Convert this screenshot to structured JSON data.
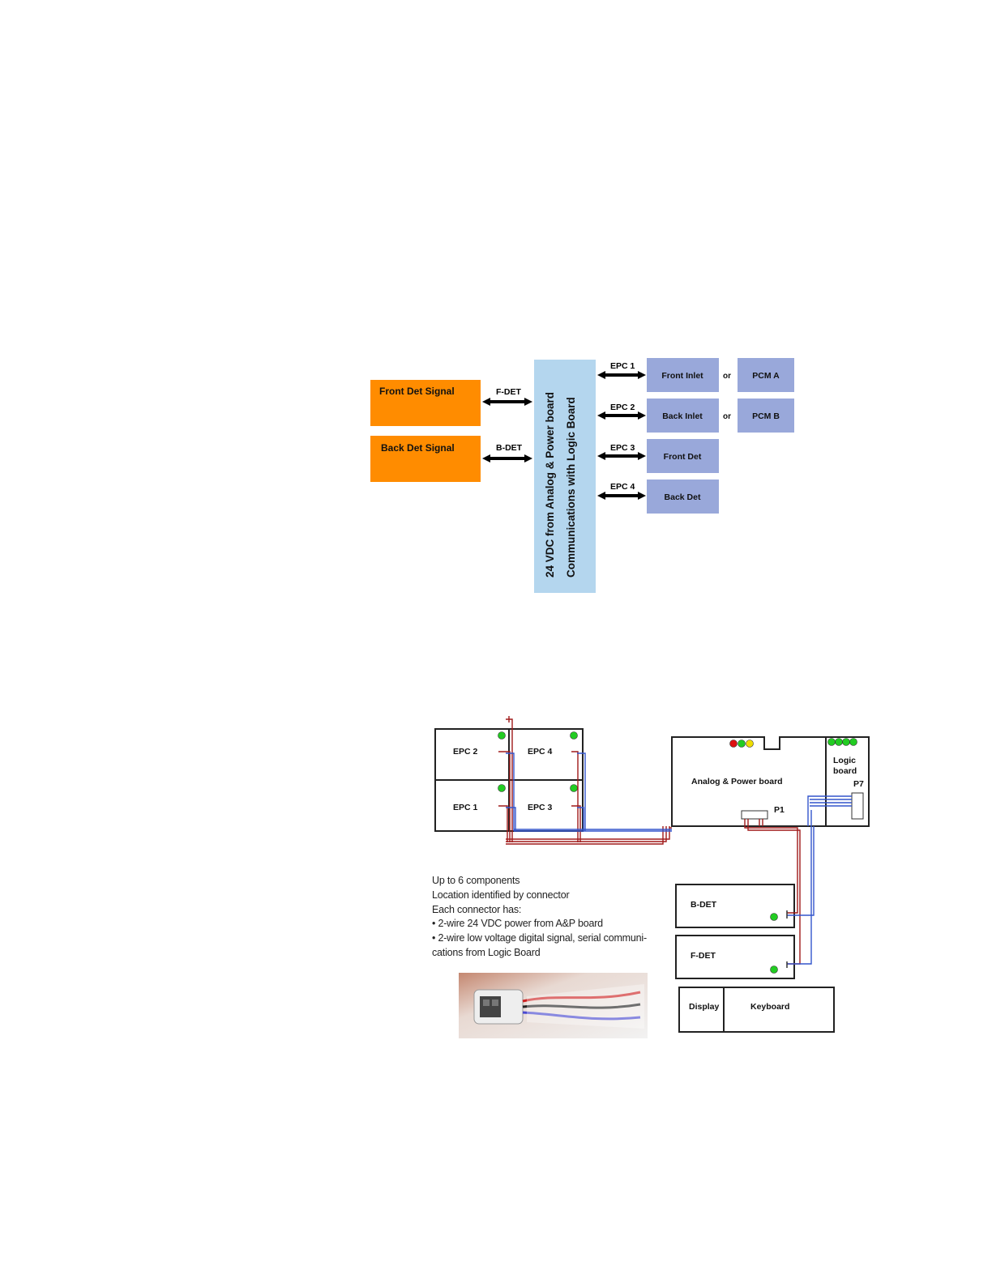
{
  "colors": {
    "orange": "#ff8c00",
    "light_blue": "#b4d6ee",
    "periwinkle": "#99a8da",
    "wire_red": "#a01a1a",
    "wire_blue": "#3355cc",
    "led_green": "#22cc22",
    "led_red": "#dd1111",
    "led_yellow": "#eedd00"
  },
  "block_diagram": {
    "front_det_signal": "Front Det Signal",
    "back_det_signal": "Back Det Signal",
    "f_det": "F-DET",
    "b_det": "B-DET",
    "center_line1": "24 VDC from Analog & Power board",
    "center_line2": "Communications with Logic Board",
    "epc1": "EPC 1",
    "epc2": "EPC 2",
    "epc3": "EPC 3",
    "epc4": "EPC 4",
    "front_inlet": "Front Inlet",
    "back_inlet": "Back Inlet",
    "front_det": "Front Det",
    "back_det": "Back Det",
    "or1": "or",
    "or2": "or",
    "pcm_a": "PCM A",
    "pcm_b": "PCM B"
  },
  "wiring": {
    "epc2": "EPC 2",
    "epc4": "EPC 4",
    "epc1": "EPC 1",
    "epc3": "EPC 3",
    "ap_board": "Analog & Power board",
    "logic_line1": "Logic",
    "logic_line2": "board",
    "p7": "P7",
    "p1": "P1",
    "bdet": "B-DET",
    "fdet": "F-DET",
    "display": "Display",
    "keyboard": "Keyboard"
  },
  "notes": [
    "Up to 6 components",
    "Location identified by connector",
    "Each connector has:",
    "• 2-wire 24 VDC power from A&P board",
    "• 2-wire low voltage digital signal, serial communi-",
    "cations from Logic Board"
  ],
  "photo": {
    "icon": "connector-photo-icon"
  }
}
